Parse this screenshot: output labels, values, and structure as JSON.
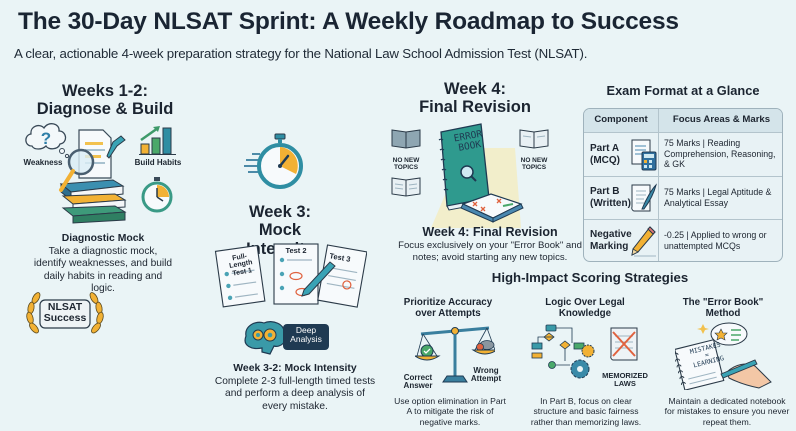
{
  "header": {
    "title": "The 30-Day NLSAT Sprint: A Weekly Roadmap to Success",
    "subtitle": "A clear, actionable 4-week preparation strategy for the National Law School Admission Test (NLSAT)."
  },
  "weeks_1_2": {
    "heading_line1": "Weeks 1-2:",
    "heading_line2": "Diagnose & Build",
    "label_weakness": "Weakness",
    "label_build_habits": "Build Habits",
    "subheading": "Diagnostic Mock",
    "description": "Take a diagnostic mock, identify weaknesses, and build daily habits in reading and logic.",
    "badge_line1": "NLSAT",
    "badge_line2": "Success"
  },
  "week_3": {
    "heading_line1": "Week 3:",
    "heading_line2": "Mock Intensity",
    "test_labels": [
      "Full-Length Test 1",
      "Test 2",
      "Test 3"
    ],
    "analysis_badge_line1": "Deep",
    "analysis_badge_line2": "Analysis",
    "subheading": "Week 3-2: Mock Intensity",
    "description": "Complete 2-3 full-length timed tests and perform a deep analysis of every mistake."
  },
  "week_4": {
    "heading_line1": "Week 4:",
    "heading_line2": "Final Revision",
    "book_label_line1": "ERROR",
    "book_label_line2": "BOOK",
    "no_new_topics_line1": "NO NEW",
    "no_new_topics_line2": "TOPICS",
    "subheading": "Week 4: Final Revision",
    "description": "Focus exclusively on your \"Error Book\" and notes; avoid starting any new topics."
  },
  "exam_format": {
    "heading": "Exam Format at a Glance",
    "columns": [
      "Component",
      "Focus Areas & Marks"
    ],
    "rows": [
      {
        "component_line1": "Part A",
        "component_line2": "(MCQ)",
        "details": "75 Marks | Reading Comprehension, Reasoning, & GK",
        "icon": "calculator-document-icon"
      },
      {
        "component_line1": "Part B",
        "component_line2": "(Written)",
        "details": "75 Marks | Legal Aptitude & Analytical Essay",
        "icon": "scroll-quill-icon"
      },
      {
        "component_line1": "Negative",
        "component_line2": "Marking",
        "details": "-0.25 | Applied to wrong or unattempted MCQs",
        "icon": "pencil-icon"
      }
    ]
  },
  "strategies": {
    "heading": "High-Impact Scoring Strategies",
    "items": [
      {
        "title_line1": "Prioritize Accuracy",
        "title_line2": "over Attempts",
        "label_a_line1": "Correct",
        "label_a_line2": "Answer",
        "label_b_line1": "Wrong",
        "label_b_line2": "Attempt",
        "description": "Use option elimination in Part A to mitigate the risk of negative marks."
      },
      {
        "title_line1": "Logic Over Legal",
        "title_line2": "Knowledge",
        "label_line1": "MEMORIZED",
        "label_line2": "LAWS",
        "description": "In Part B, focus on clear structure and basic fairness rather than memorizing laws."
      },
      {
        "title_line1": "The \"Error Book\"",
        "title_line2": "Method",
        "notebook_line1": "MISTAKES",
        "notebook_line2": "=",
        "notebook_line3": "LEARNING",
        "description": "Maintain a dedicated notebook for mistakes to ensure you never repeat them."
      }
    ]
  },
  "colors": {
    "background": "#eaf4f6",
    "text": "#1a2533",
    "teal": "#2f8ea3",
    "orange": "#f2b134",
    "green": "#4aa86a",
    "red": "#e0623f",
    "navy": "#1f3a52"
  }
}
